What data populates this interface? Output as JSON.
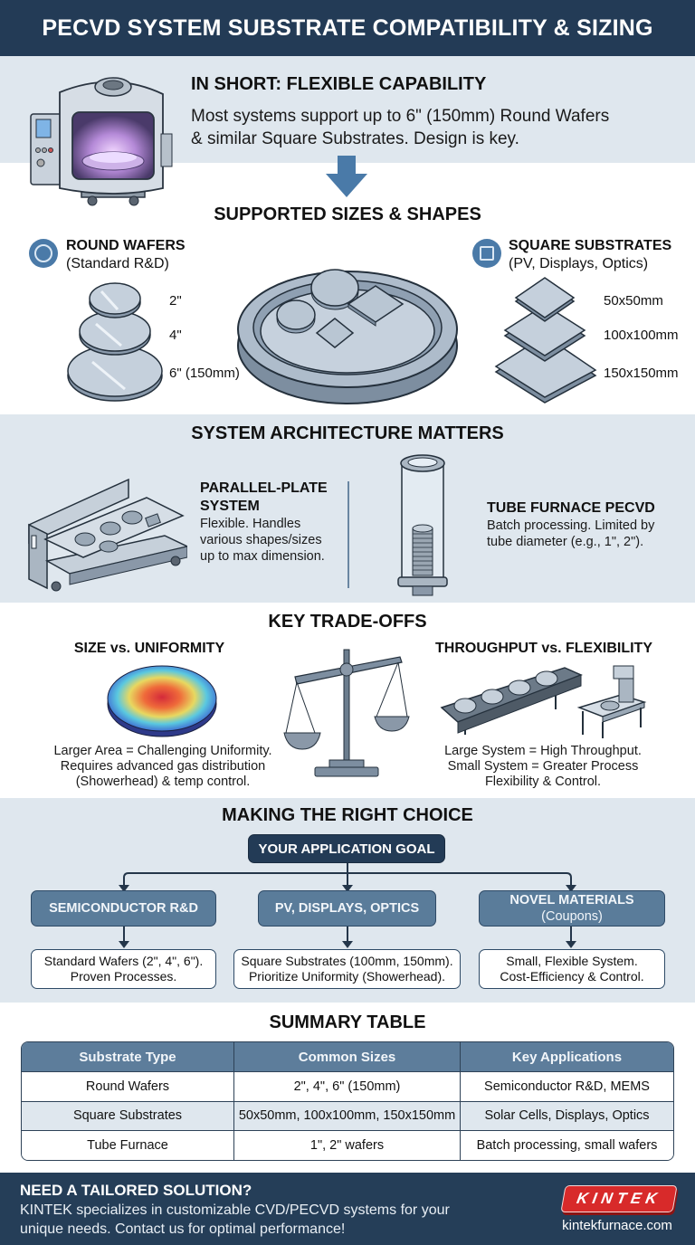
{
  "header": {
    "title": "PECVD SYSTEM SUBSTRATE COMPATIBILITY & SIZING"
  },
  "in_short": {
    "title": "IN SHORT: FLEXIBLE CAPABILITY",
    "line1": "Most systems support up to 6\" (150mm) Round Wafers",
    "line2": "& similar Square Substrates. Design is key."
  },
  "supported": {
    "title": "SUPPORTED SIZES & SHAPES",
    "round": {
      "label": "ROUND WAFERS",
      "sub": "(Standard R&D)",
      "sizes": [
        "2\"",
        "4\"",
        "6\" (150mm)"
      ]
    },
    "square": {
      "label": "SQUARE SUBSTRATES",
      "sub": "(PV, Displays, Optics)",
      "sizes": [
        "50x50mm",
        "100x100mm",
        "150x150mm"
      ]
    }
  },
  "architecture": {
    "title": "SYSTEM ARCHITECTURE MATTERS",
    "parallel": {
      "title1": "PARALLEL-PLATE",
      "title2": "SYSTEM",
      "body": [
        "Flexible. Handles",
        "various shapes/sizes",
        "up to max dimension."
      ]
    },
    "tube": {
      "title": "TUBE FURNACE PECVD",
      "body": [
        "Batch processing. Limited by",
        "tube diameter (e.g., 1\", 2\")."
      ]
    }
  },
  "tradeoffs": {
    "title": "KEY TRADE-OFFS",
    "left": {
      "title": "SIZE vs. UNIFORMITY",
      "body": [
        "Larger Area = Challenging Uniformity.",
        "Requires advanced gas distribution",
        "(Showerhead) & temp control."
      ]
    },
    "right": {
      "title": "THROUGHPUT vs. FLEXIBILITY",
      "body": [
        "Large System = High Throughput.",
        "Small System = Greater Process",
        "Flexibility & Control."
      ]
    }
  },
  "choice": {
    "title": "MAKING THE RIGHT CHOICE",
    "goal": "YOUR APPLICATION GOAL",
    "branches": [
      {
        "label": "SEMICONDUCTOR R&D",
        "label2": "",
        "result": [
          "Standard Wafers (2\", 4\", 6\").",
          "Proven Processes."
        ]
      },
      {
        "label": "PV, DISPLAYS, OPTICS",
        "label2": "",
        "result": [
          "Square Substrates (100mm, 150mm).",
          "Prioritize Uniformity (Showerhead)."
        ]
      },
      {
        "label": "NOVEL MATERIALS",
        "label2": "(Coupons)",
        "result": [
          "Small, Flexible System.",
          "Cost-Efficiency & Control."
        ]
      }
    ]
  },
  "summary": {
    "title": "SUMMARY TABLE",
    "columns": [
      "Substrate Type",
      "Common Sizes",
      "Key Applications"
    ],
    "rows": [
      [
        "Round Wafers",
        "2\", 4\", 6\" (150mm)",
        "Semiconductor R&D, MEMS"
      ],
      [
        "Square Substrates",
        "50x50mm, 100x100mm, 150x150mm",
        "Solar Cells, Displays, Optics"
      ],
      [
        "Tube Furnace",
        "1\", 2\" wafers",
        "Batch processing, small wafers"
      ]
    ]
  },
  "footer": {
    "title": "NEED A TAILORED SOLUTION?",
    "line1": "KINTEK specializes in customizable CVD/PECVD systems for your",
    "line2": "unique needs. Contact us for optimal performance!",
    "logo": "KINTEK",
    "url": "kintekfurnace.com"
  },
  "colors": {
    "header_bg": "#233b56",
    "section_light": "#dfe7ee",
    "accent_blue": "#4a7aa8",
    "box_blue": "#5a7c9a",
    "logo_red": "#d82a2a"
  },
  "icons": {
    "pecvd_chamber": "pecvd-chamber-icon",
    "down_arrow": "down-arrow-icon",
    "round_wafer": "circle-icon",
    "square_substrate": "square-icon",
    "platen": "wafer-platen-icon",
    "parallel_plate": "parallel-plate-system-icon",
    "tube_furnace": "tube-furnace-icon",
    "uniformity_map": "heat-map-disc-icon",
    "balance_scale": "balance-scale-icon",
    "conveyor": "conveyor-icon",
    "small_station": "small-tool-icon"
  }
}
